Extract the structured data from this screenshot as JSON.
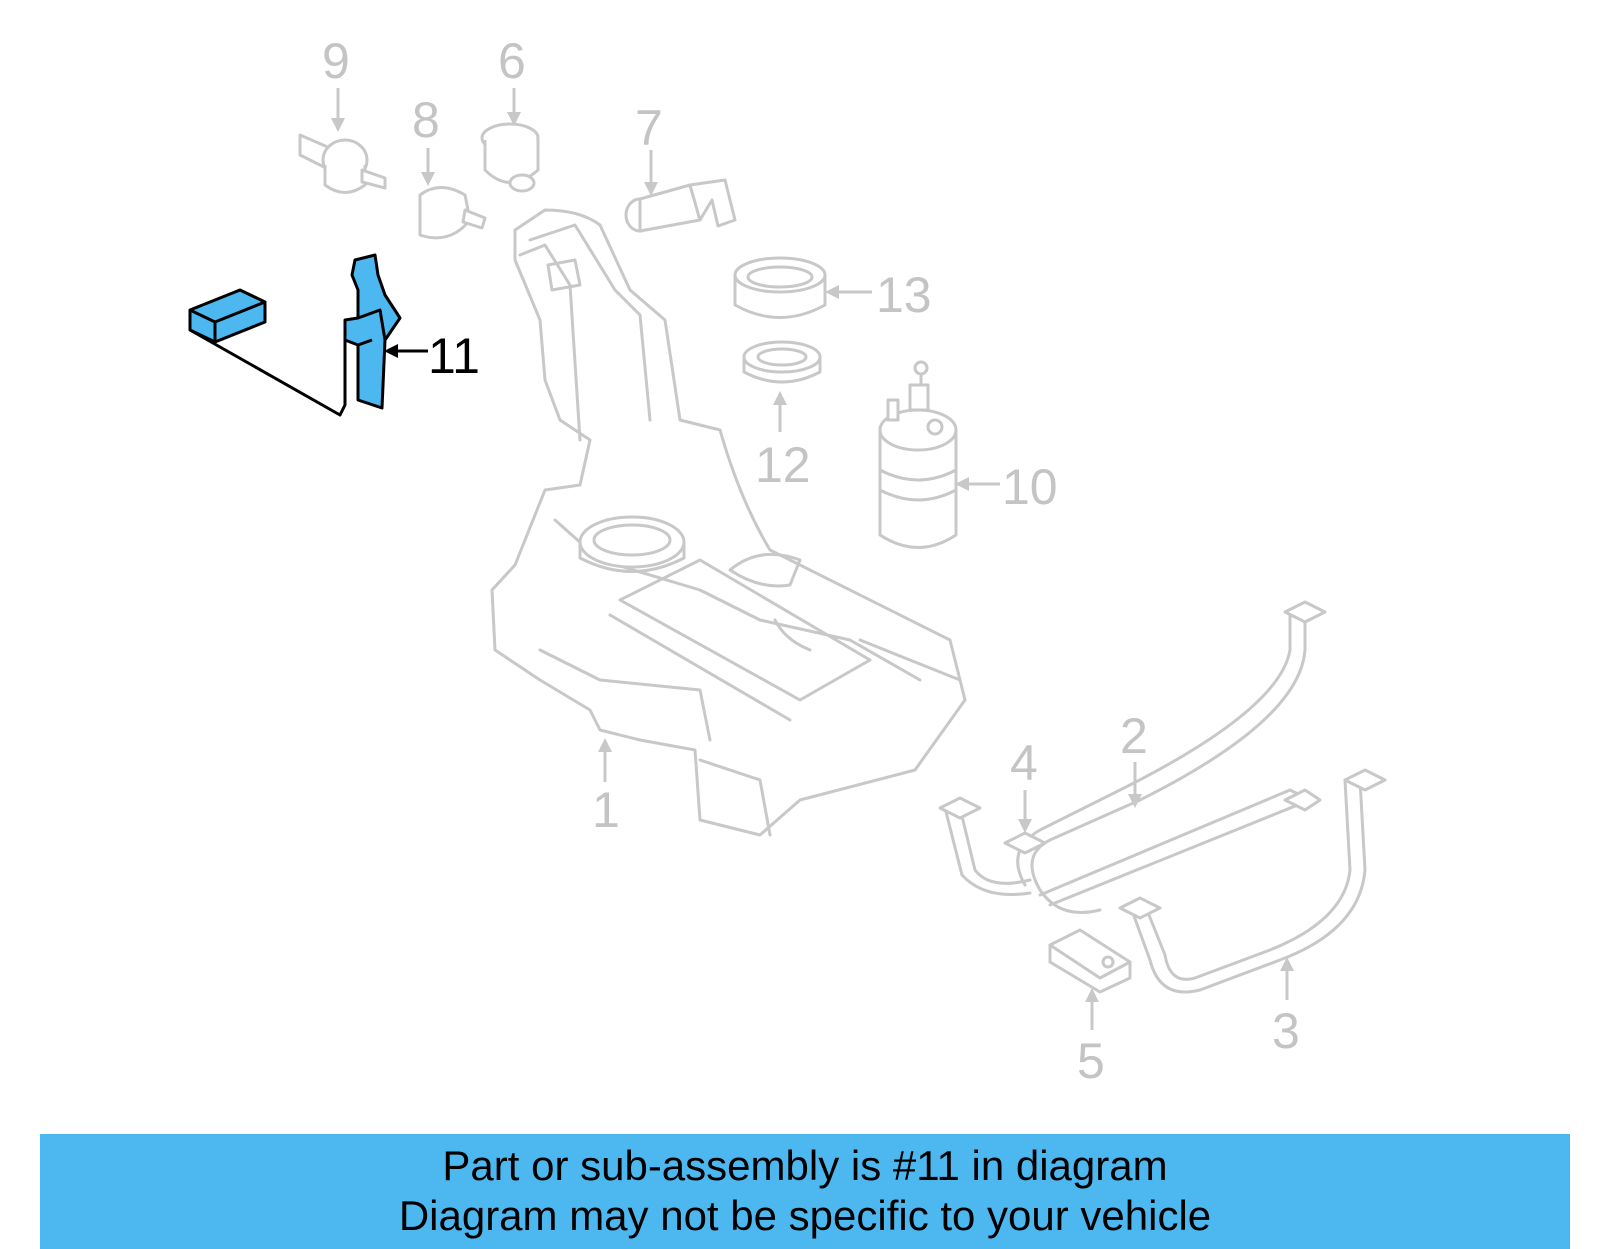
{
  "colors": {
    "highlight": "#4db8f0",
    "banner": "#4db8f0",
    "faded": "#c8c8c8",
    "text": "#000000"
  },
  "highlighted_part": "11",
  "callouts": [
    {
      "id": "c1",
      "label": "1"
    },
    {
      "id": "c2",
      "label": "2"
    },
    {
      "id": "c3",
      "label": "3"
    },
    {
      "id": "c4",
      "label": "4"
    },
    {
      "id": "c5",
      "label": "5"
    },
    {
      "id": "c6",
      "label": "6"
    },
    {
      "id": "c7",
      "label": "7"
    },
    {
      "id": "c8",
      "label": "8"
    },
    {
      "id": "c9",
      "label": "9"
    },
    {
      "id": "c10",
      "label": "10"
    },
    {
      "id": "c11",
      "label": "11"
    },
    {
      "id": "c12",
      "label": "12"
    },
    {
      "id": "c13",
      "label": "13"
    }
  ],
  "banner": {
    "line1": "Part or sub-assembly is #11 in diagram",
    "line2": "Diagram may not be specific to your vehicle"
  }
}
